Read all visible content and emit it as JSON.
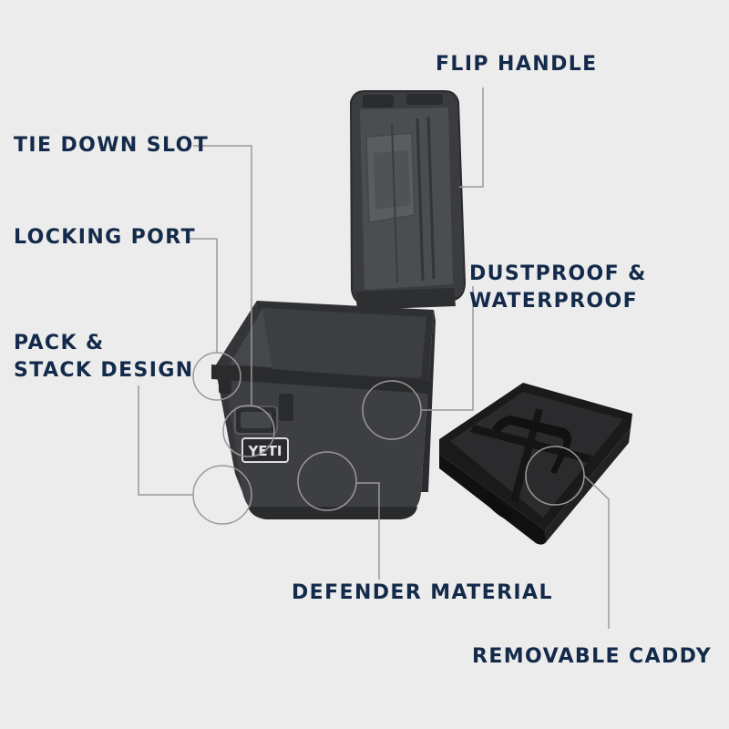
{
  "brand": {
    "logo_text": "YETI"
  },
  "callouts": {
    "flip_handle": "FLIP HANDLE",
    "tie_down_slot": "TIE DOWN SLOT",
    "locking_port": "LOCKING PORT",
    "dustproof_waterproof": [
      "DUSTPROOF &",
      "WATERPROOF"
    ],
    "pack_stack_design": [
      "PACK &",
      "STACK DESIGN"
    ],
    "defender_material": "DEFENDER MATERIAL",
    "removable_caddy": "REMOVABLE CADDY"
  },
  "colors": {
    "background": "#ececec",
    "label_text": "#132a4a",
    "leader_line": "#9a9a9a",
    "case_body": "#3d3f42",
    "case_dark": "#2b2c2e",
    "caddy": "#1c1c1d"
  }
}
